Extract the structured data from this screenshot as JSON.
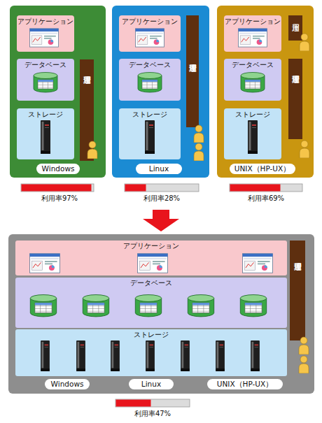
{
  "diagram": {
    "nodes": [
      {
        "text": [
          "Windows"
        ]
      },
      {
        "text": [
          "アプリケーション"
        ],
        "in": 0
      },
      {
        "text": [
          "データベース"
        ],
        "in": 0
      },
      {
        "text": [
          "ストレージ"
        ],
        "in": 0
      },
      {
        "text": [
          "運用管理"
        ],
        "in": 0
      },
      {
        "text": [
          "Linux"
        ]
      },
      {
        "text": [
          "アプリケーション"
        ],
        "in": 5
      },
      {
        "text": [
          "データベース"
        ],
        "in": 5
      },
      {
        "text": [
          "ストレージ"
        ],
        "in": 5
      },
      {
        "text": [
          "運用管理"
        ],
        "in": 5
      },
      {
        "text": [
          "UNIX（HP-UX）"
        ]
      },
      {
        "text": [
          "アプリケーション"
        ],
        "in": 10
      },
      {
        "text": [
          "データベース"
        ],
        "in": 10
      },
      {
        "text": [
          "ストレージ"
        ],
        "in": 10
      },
      {
        "text": [
          "運用"
        ],
        "in": 10
      },
      {
        "text": [
          "運用管理"
        ],
        "in": 10
      },
      {
        "text": [
          "Windows",
          "Linux",
          "UNIX（HP-UX）"
        ]
      },
      {
        "text": [
          "アプリケーション"
        ],
        "in": 16
      },
      {
        "text": [
          "データベース"
        ],
        "in": 16
      },
      {
        "text": [
          "ストレージ"
        ],
        "in": 16
      },
      {
        "text": [
          "運用管理"
        ],
        "in": 16
      }
    ],
    "labels": [
      "利用率97%",
      "利用率28%",
      "利用率69%",
      "利用率47%"
    ]
  }
}
